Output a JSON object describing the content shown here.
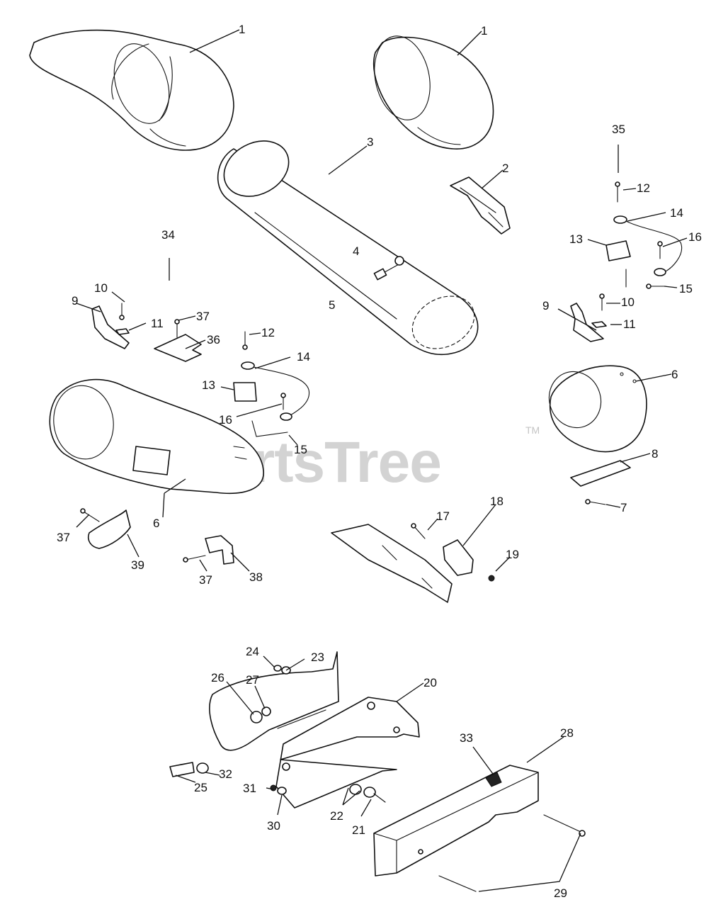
{
  "watermark": {
    "text": "PartsTree",
    "trademark": "TM"
  },
  "callouts": [
    "1",
    "1",
    "2",
    "3",
    "4",
    "5",
    "6",
    "6",
    "7",
    "8",
    "9",
    "9",
    "10",
    "10",
    "11",
    "11",
    "12",
    "12",
    "13",
    "13",
    "14",
    "14",
    "15",
    "15",
    "16",
    "16",
    "17",
    "18",
    "19",
    "20",
    "21",
    "22",
    "23",
    "24",
    "25",
    "26",
    "27",
    "28",
    "29",
    "30",
    "31",
    "32",
    "33",
    "34",
    "35",
    "36",
    "37",
    "37",
    "37",
    "38",
    "39"
  ]
}
